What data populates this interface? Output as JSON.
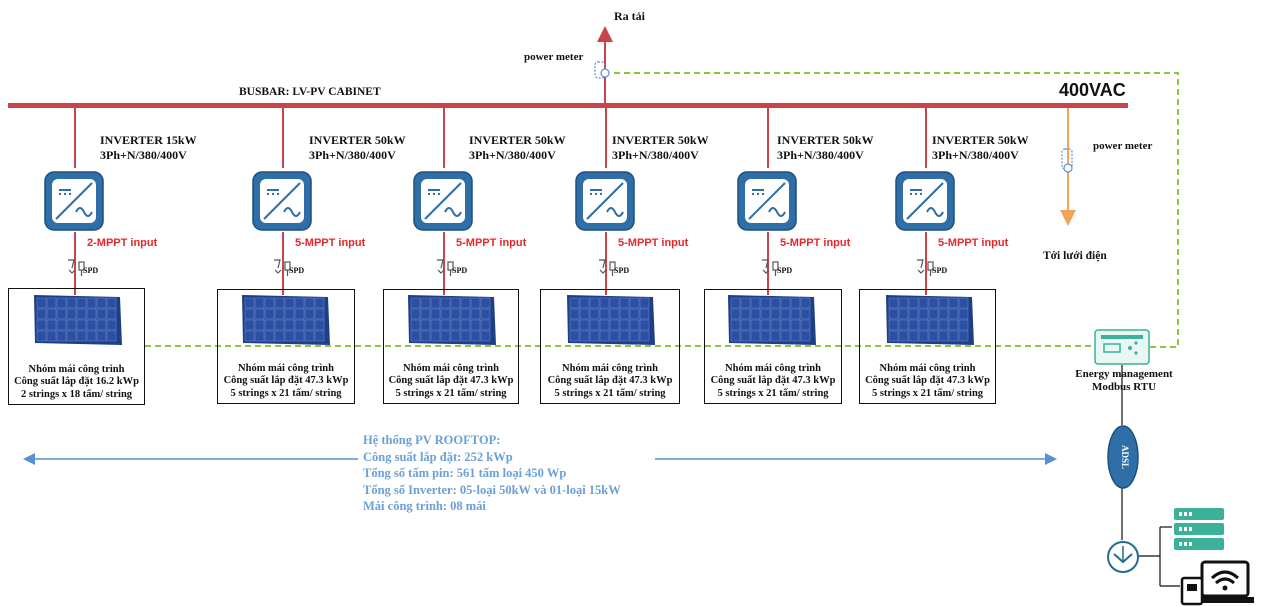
{
  "output": {
    "label": "Ra tải"
  },
  "meters": {
    "top_label": "power meter",
    "right_label": "power meter"
  },
  "busbar": {
    "label": "BUSBAR: LV-PV CABINET",
    "voltage": "400VAC"
  },
  "grid": {
    "label": "Tới lưới điện"
  },
  "inverters": [
    {
      "title": "INVERTER 15kW",
      "spec": "3Ph+N/380/400V",
      "mppt": "2-MPPT input",
      "spd": "SPD"
    },
    {
      "title": "INVERTER 50kW",
      "spec": "3Ph+N/380/400V",
      "mppt": "5-MPPT input",
      "spd": "SPD"
    },
    {
      "title": "INVERTER 50kW",
      "spec": "3Ph+N/380/400V",
      "mppt": "5-MPPT input",
      "spd": "SPD"
    },
    {
      "title": "INVERTER 50kW",
      "spec": "3Ph+N/380/400V",
      "mppt": "5-MPPT input",
      "spd": "SPD"
    },
    {
      "title": "INVERTER 50kW",
      "spec": "3Ph+N/380/400V",
      "mppt": "5-MPPT input",
      "spd": "SPD"
    },
    {
      "title": "INVERTER 50kW",
      "spec": "3Ph+N/380/400V",
      "mppt": "5-MPPT input",
      "spd": "SPD"
    }
  ],
  "roof_groups": [
    {
      "name": "Nhóm mái công trình",
      "capacity": "Công suất lắp đặt 16.2 kWp",
      "strings": "2 strings x 18 tấm/ string"
    },
    {
      "name": "Nhóm mái công trình",
      "capacity": "Công suất lắp đặt 47.3 kWp",
      "strings": "5 strings x 21 tấm/ string"
    },
    {
      "name": "Nhóm mái công trình",
      "capacity": "Công suất lắp đặt 47.3 kWp",
      "strings": "5 strings x 21 tấm/ string"
    },
    {
      "name": "Nhóm mái công trình",
      "capacity": "Công suất lắp đặt 47.3 kWp",
      "strings": "5 strings x 21 tấm/ string"
    },
    {
      "name": "Nhóm mái công trình",
      "capacity": "Công suất lắp đặt 47.3 kWp",
      "strings": "5 strings x 21 tấm/ string"
    },
    {
      "name": "Nhóm mái công trình",
      "capacity": "Công suất lắp đặt 47.3 kWp",
      "strings": "5 strings x 21 tấm/ string"
    }
  ],
  "energy_mgmt": {
    "line1": "Energy management",
    "line2": "Modbus RTU"
  },
  "network": {
    "adsl": "ADSL"
  },
  "system": {
    "title": "Hệ thống PV ROOFTOP:",
    "lines": [
      "Công suất lắp đặt: 252 kWp",
      "Tổng số tấm pin: 561 tấm loại 450 Wp",
      "Tổng số Inverter: 05-loại 50kW và 01-loại 15kW",
      "Mái công trình: 08 mái"
    ]
  },
  "colors": {
    "busbar": "#c8434a",
    "dashed": "#8cc63f",
    "arrow": "#5b8fd6",
    "grid_line": "#f2a35a",
    "mppt_text": "#e8262b",
    "inverter_body": "#2e6fa7",
    "system_text": "#6aa0d8",
    "panel": "#2a4fa3"
  },
  "icons": [
    "inverter-icon",
    "spd-icon",
    "solar-panel-icon",
    "power-meter-icon",
    "energy-management-icon",
    "adsl-modem-icon",
    "router-icon",
    "server-icon",
    "laptop-wifi-icon"
  ]
}
